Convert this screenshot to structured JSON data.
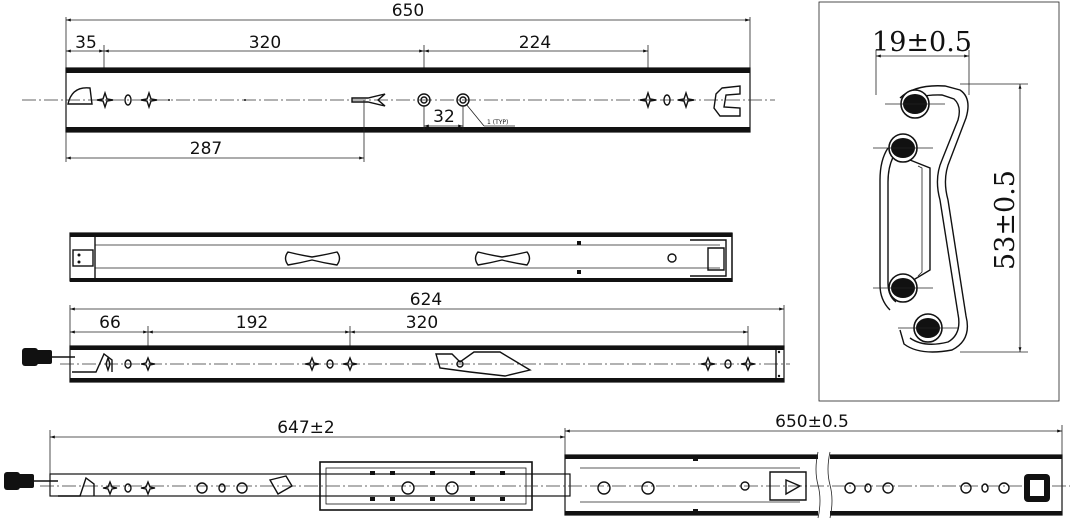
{
  "views": {
    "top_slide": {
      "dims": {
        "overall": "650",
        "first": "35",
        "spacing_a": "320",
        "spacing_b": "224",
        "hole_pitch": "32",
        "lower": "287",
        "hole_note": "1 (TYP)"
      }
    },
    "middle_slide": {},
    "inner_slide": {
      "dims": {
        "overall": "624",
        "first": "66",
        "spacing_a": "192",
        "spacing_b": "320"
      }
    },
    "extended_assembly": {
      "dims": {
        "extension": "647±2",
        "closed_length": "650±0.5"
      }
    },
    "cross_section": {
      "dims": {
        "width": "19±0.5",
        "height": "53±0.5"
      }
    }
  }
}
